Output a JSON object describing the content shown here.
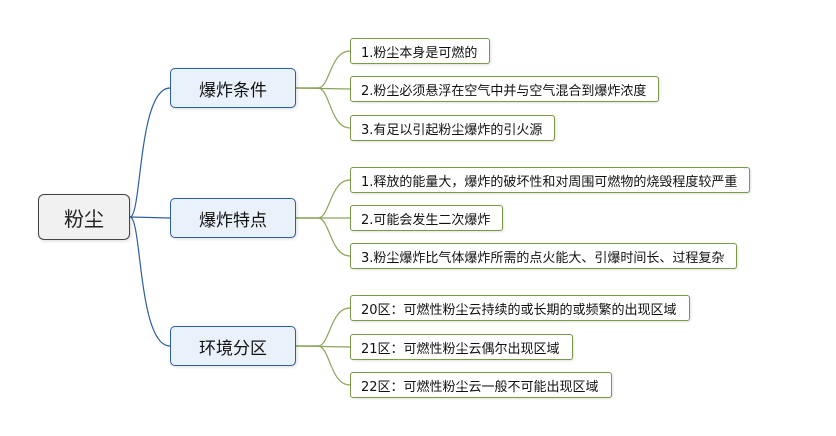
{
  "root": {
    "label": "粉尘"
  },
  "branches": [
    {
      "label": "爆炸条件",
      "items": [
        "1.粉尘本身是可燃的",
        "2.粉尘必须悬浮在空气中并与空气混合到爆炸浓度",
        "3.有足以引起粉尘爆炸的引火源"
      ]
    },
    {
      "label": "爆炸特点",
      "items": [
        "1.释放的能量大，爆炸的破坏性和对周围可燃物的烧毁程度较严重",
        "2.可能会发生二次爆炸",
        "3.粉尘爆炸比气体爆炸所需的点火能大、引爆时间长、过程复杂"
      ]
    },
    {
      "label": "环境分区",
      "items": [
        "20区：可燃性粉尘云持续的或长期的或频繁的出现区域",
        "21区：可燃性粉尘云偶尔出现区域",
        "22区：可燃性粉尘云一般不可能出现区域"
      ]
    }
  ]
}
